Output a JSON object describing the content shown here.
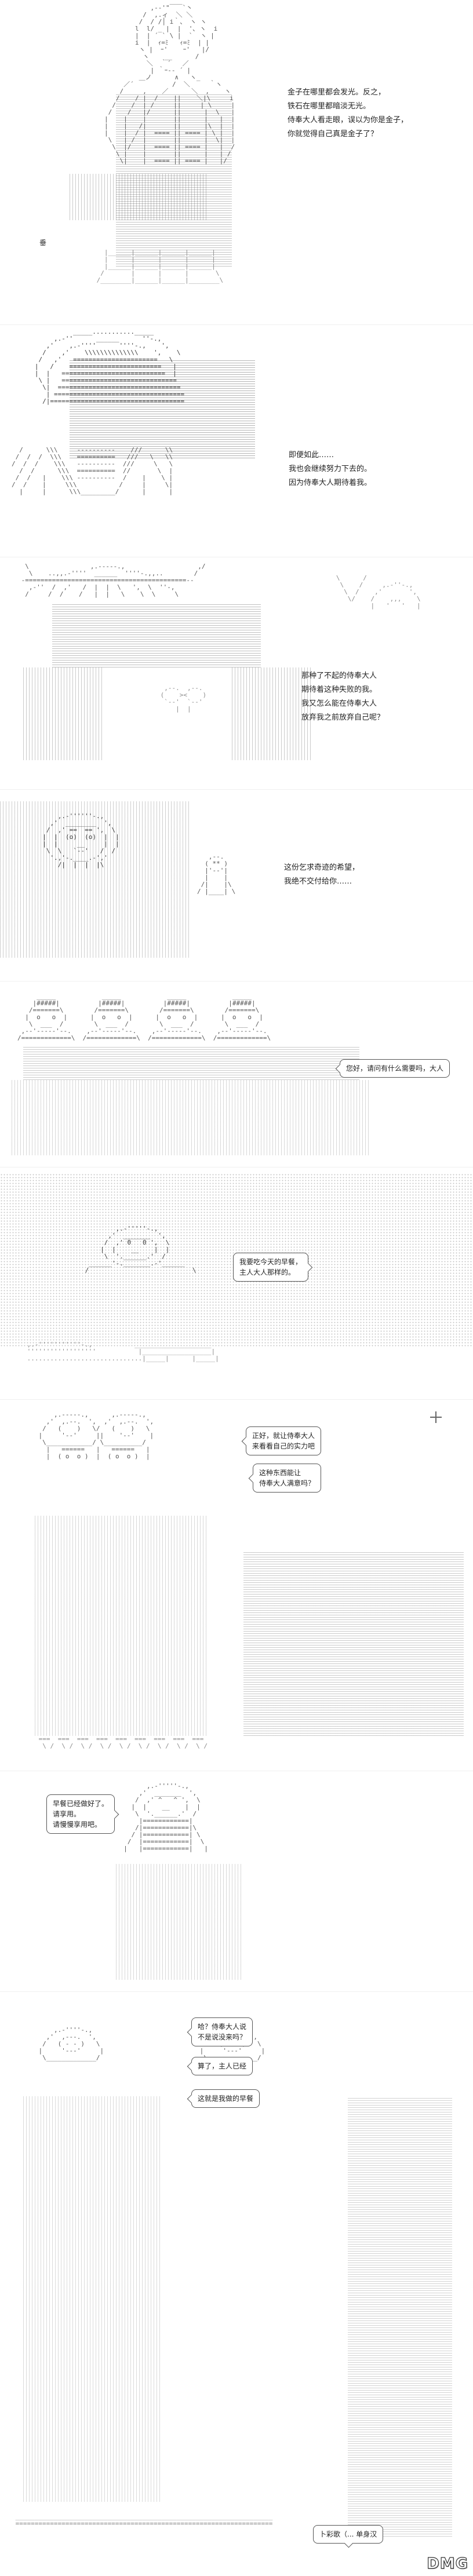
{
  "panels": [
    {
      "id": "p1",
      "lines": [
        "金子在哪里都会发光。反之，",
        "铁石在哪里都暗淡无光。",
        "侍奉大人看走眼，误以为你是金子，",
        "你就觉得自己真是金子了？"
      ],
      "sfx": "垂"
    },
    {
      "id": "p2",
      "lines": [
        "即便如此……",
        "我也会继续努力下去的。",
        "因为侍奉大人期待着我。"
      ]
    },
    {
      "id": "p3",
      "lines": [
        "那种了不起的侍奉大人",
        "期待着这种失败的我。",
        "我又怎么能在侍奉大人",
        "放弃我之前放弃自己呢？"
      ]
    },
    {
      "id": "p4",
      "lines": [
        "这份乞求奇迹的希望，",
        "我绝不交付给你……"
      ]
    },
    {
      "id": "p5",
      "bubbles": [
        {
          "lines": [
            "您好，请问有什么需要吗，大人"
          ]
        }
      ]
    },
    {
      "id": "p6",
      "bubbles": [
        {
          "lines": [
            "我要吃今天的早餐，",
            "主人大人那样的。"
          ]
        }
      ]
    },
    {
      "id": "p7",
      "bubbles": [
        {
          "lines": [
            "正好，就让侍奉大人",
            "来看看自己的实力吧"
          ]
        },
        {
          "lines": [
            "这种东西能让",
            "侍奉大人满意吗？"
          ]
        }
      ]
    },
    {
      "id": "p8",
      "bubbles": [
        {
          "lines": [
            "早餐已经做好了。",
            "请享用。",
            "请慢慢享用吧。"
          ]
        }
      ]
    },
    {
      "id": "p9",
      "bubbles": [
        {
          "lines": [
            "哈？侍奉大人说",
            "不是说没来吗？"
          ]
        },
        {
          "lines": [
            "算了，主人已经"
          ]
        },
        {
          "lines": [
            "这就是我做的早餐"
          ]
        },
        {
          "lines": [
            "卜彩歌（... 单身汉"
          ]
        }
      ],
      "logo": "DMG"
    }
  ]
}
